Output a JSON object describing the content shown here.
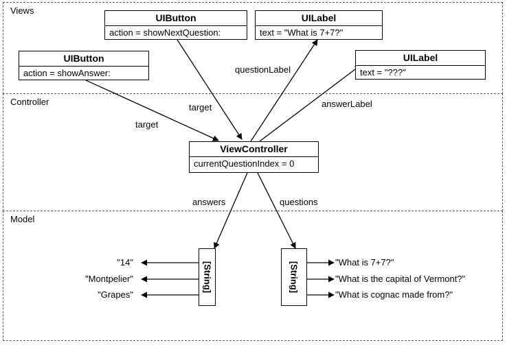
{
  "layers": {
    "views": "Views",
    "controller": "Controller",
    "model": "Model"
  },
  "button_next": {
    "type": "UIButton",
    "prop": "action = showNextQuestion:"
  },
  "label_question": {
    "type": "UILabel",
    "prop": "text = \"What is 7+7?\""
  },
  "button_answer": {
    "type": "UIButton",
    "prop": "action = showAnswer:"
  },
  "label_answer": {
    "type": "UILabel",
    "prop": "text = \"???\""
  },
  "view_controller": {
    "type": "ViewController",
    "prop": "currentQuestionIndex = 0"
  },
  "edges": {
    "question_label": "questionLabel",
    "answer_label": "answerLabel",
    "target_next": "target",
    "target_answer": "target",
    "answers": "answers",
    "questions": "questions"
  },
  "answers_array": {
    "type": "[String]",
    "items": [
      "\"14\"",
      "\"Montpelier\"",
      "\"Grapes\""
    ]
  },
  "questions_array": {
    "type": "[String]",
    "items": [
      "\"What is 7+7?\"",
      "\"What is the capital of Vermont?\"",
      "\"What is cognac made from?\""
    ]
  },
  "colors": {
    "line": "#000000",
    "border": "#555555"
  }
}
